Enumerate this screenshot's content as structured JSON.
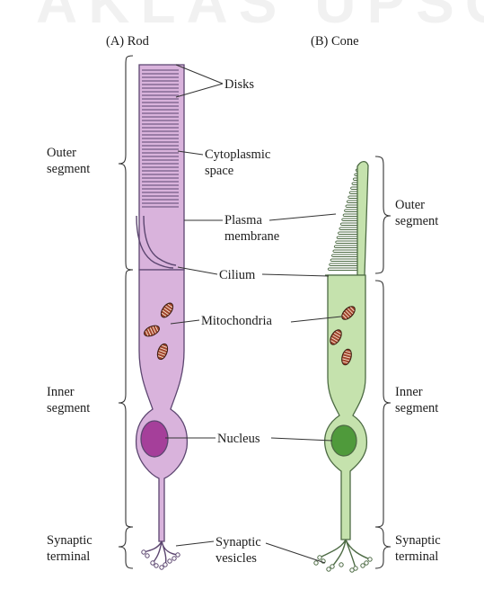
{
  "watermark": "AKLAS UPSC",
  "titles": {
    "rod": "(A) Rod",
    "cone": "(B) Cone"
  },
  "labels": {
    "disks": "Disks",
    "cytoplasmic_1": "Cytoplasmic",
    "cytoplasmic_2": "space",
    "plasma_1": "Plasma",
    "plasma_2": "membrane",
    "cilium": "Cilium",
    "mitochondria": "Mitochondria",
    "nucleus": "Nucleus",
    "vesicles_1": "Synaptic",
    "vesicles_2": "vesicles"
  },
  "rod_regions": {
    "outer_1": "Outer",
    "outer_2": "segment",
    "inner_1": "Inner",
    "inner_2": "segment",
    "terminal_1": "Synaptic",
    "terminal_2": "terminal"
  },
  "cone_regions": {
    "outer_1": "Outer",
    "outer_2": "segment",
    "inner_1": "Inner",
    "inner_2": "segment",
    "terminal_1": "Synaptic",
    "terminal_2": "terminal"
  },
  "colors": {
    "rod_fill": "#d9b3dc",
    "rod_stroke": "#5c4670",
    "rod_nucleus": "#a53f9a",
    "cone_fill": "#c5e2ad",
    "cone_stroke": "#4d6b44",
    "cone_nucleus": "#4f9a3b",
    "mito_fill": "#a0442c"
  }
}
